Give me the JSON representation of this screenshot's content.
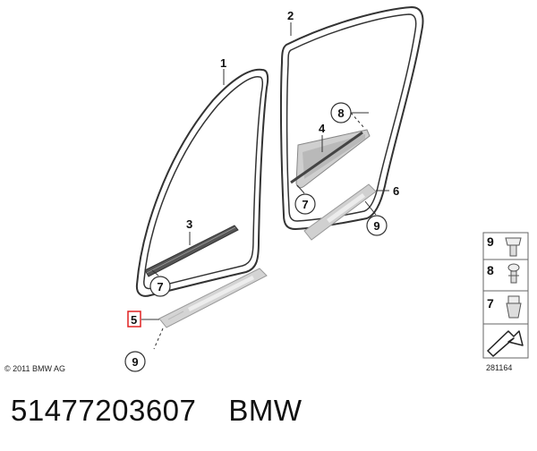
{
  "diagram": {
    "callouts": {
      "c1": "1",
      "c2": "2",
      "c3": "3",
      "c4": "4",
      "c5": "5",
      "c6": "6",
      "c7a": "7",
      "c7b": "7",
      "c8": "8",
      "c9a": "9",
      "c9b": "9"
    },
    "legend": {
      "row1": "9",
      "row2": "8",
      "row3": "7"
    },
    "copyright": "© 2011 BMW AG",
    "diagram_id": "281164",
    "highlight_color": "#e02020"
  },
  "caption": {
    "part_number": "51477203607",
    "brand": "BMW"
  }
}
